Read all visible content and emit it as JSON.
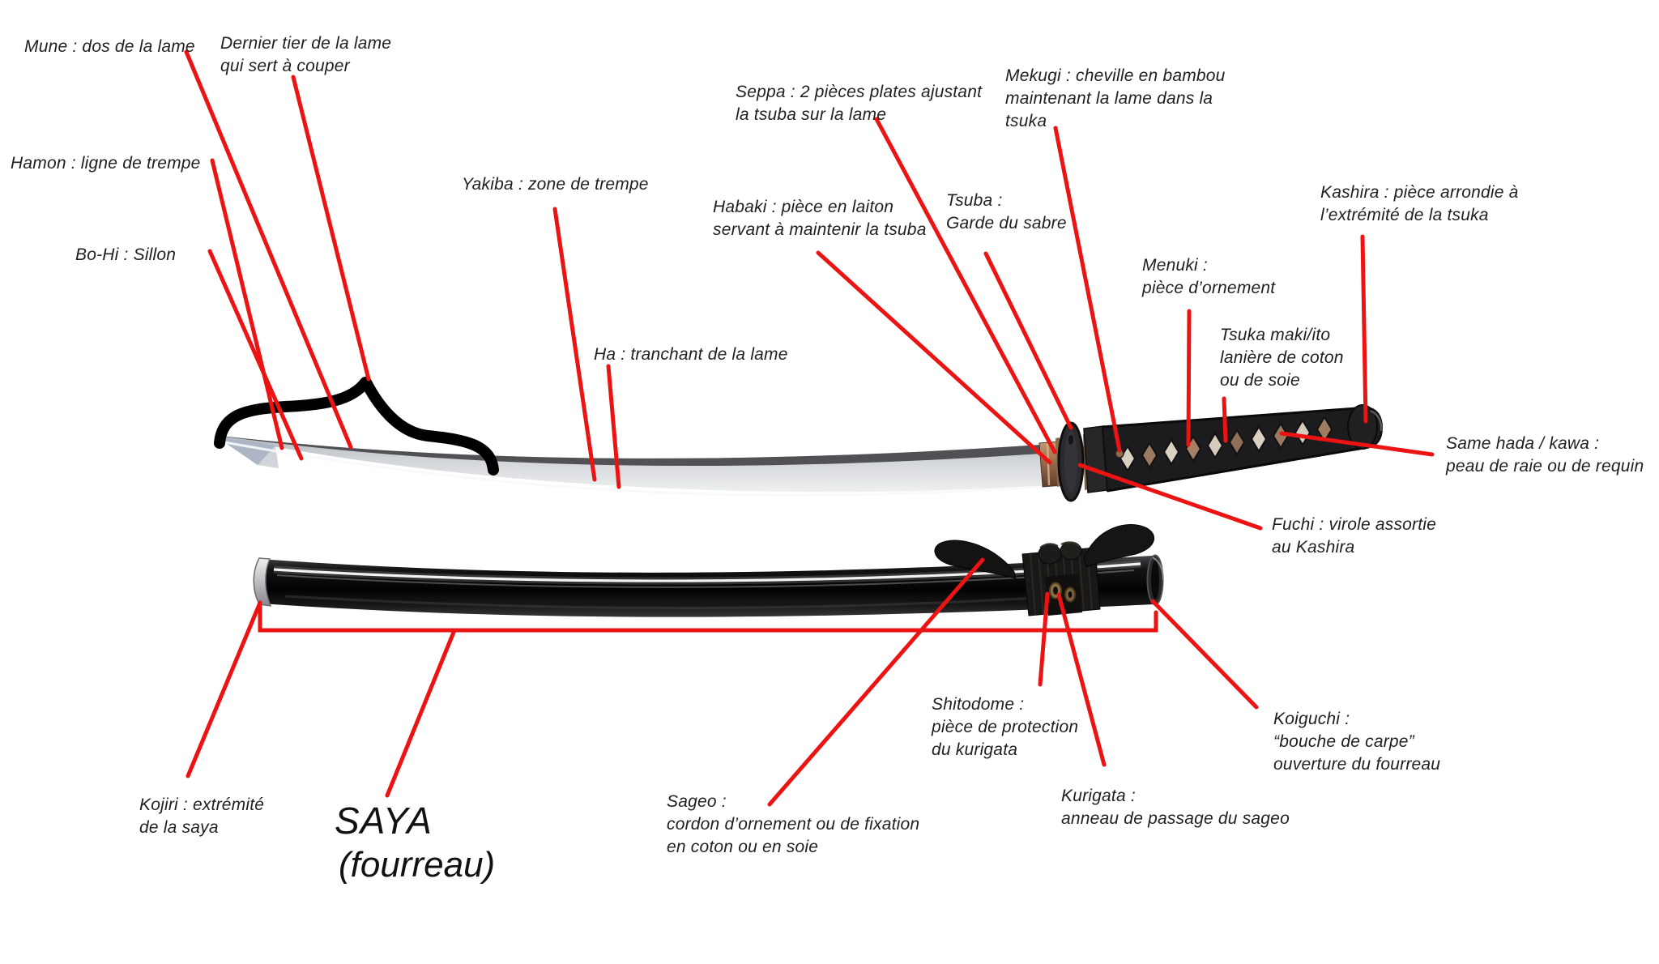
{
  "diagram": {
    "background_color": "#ffffff",
    "leader_line_color": "#ec1313",
    "label_text_color": "#1f1f1f"
  },
  "labels": {
    "mune": "Mune : dos de la lame",
    "dernier_tier": "Dernier tier de la lame\nqui sert à couper",
    "hamon": "Hamon : ligne de trempe",
    "bo_hi": "Bo-Hi : Sillon",
    "yakiba": "Yakiba : zone de trempe",
    "ha": "Ha : tranchant de la lame",
    "seppa": "Seppa : 2 pièces plates ajustant\nla tsuba sur la lame",
    "habaki": "Habaki : pièce en laiton\nservant à maintenir la tsuba",
    "tsuba": "Tsuba :\nGarde du sabre",
    "mekugi": "Mekugi : cheville en bambou\nmaintenant la lame dans la\ntsuka",
    "kashira": "Kashira : pièce arrondie à\nl’extrémité de la tsuka",
    "menuki": "Menuki :\npièce d’ornement",
    "tsuka_maki": "Tsuka maki/ito\nlanière de coton\nou de soie",
    "same_hada": "Same hada / kawa :\npeau de raie ou de requin",
    "fuchi": "Fuchi : virole assortie\nau Kashira",
    "kojiri": "Kojiri : extrémité\nde la saya",
    "saya_title": "SAYA",
    "saya_subtitle": "(fourreau)",
    "sageo": "Sageo :\ncordon d’ornement ou de fixation\nen coton ou en soie",
    "shitodome": "Shitodome :\npièce de protection\ndu kurigata",
    "kurigata": "Kurigata :\nanneau de passage du sageo",
    "koiguchi": "Koiguchi :\n“bouche de carpe”\nouverture du fourreau"
  }
}
